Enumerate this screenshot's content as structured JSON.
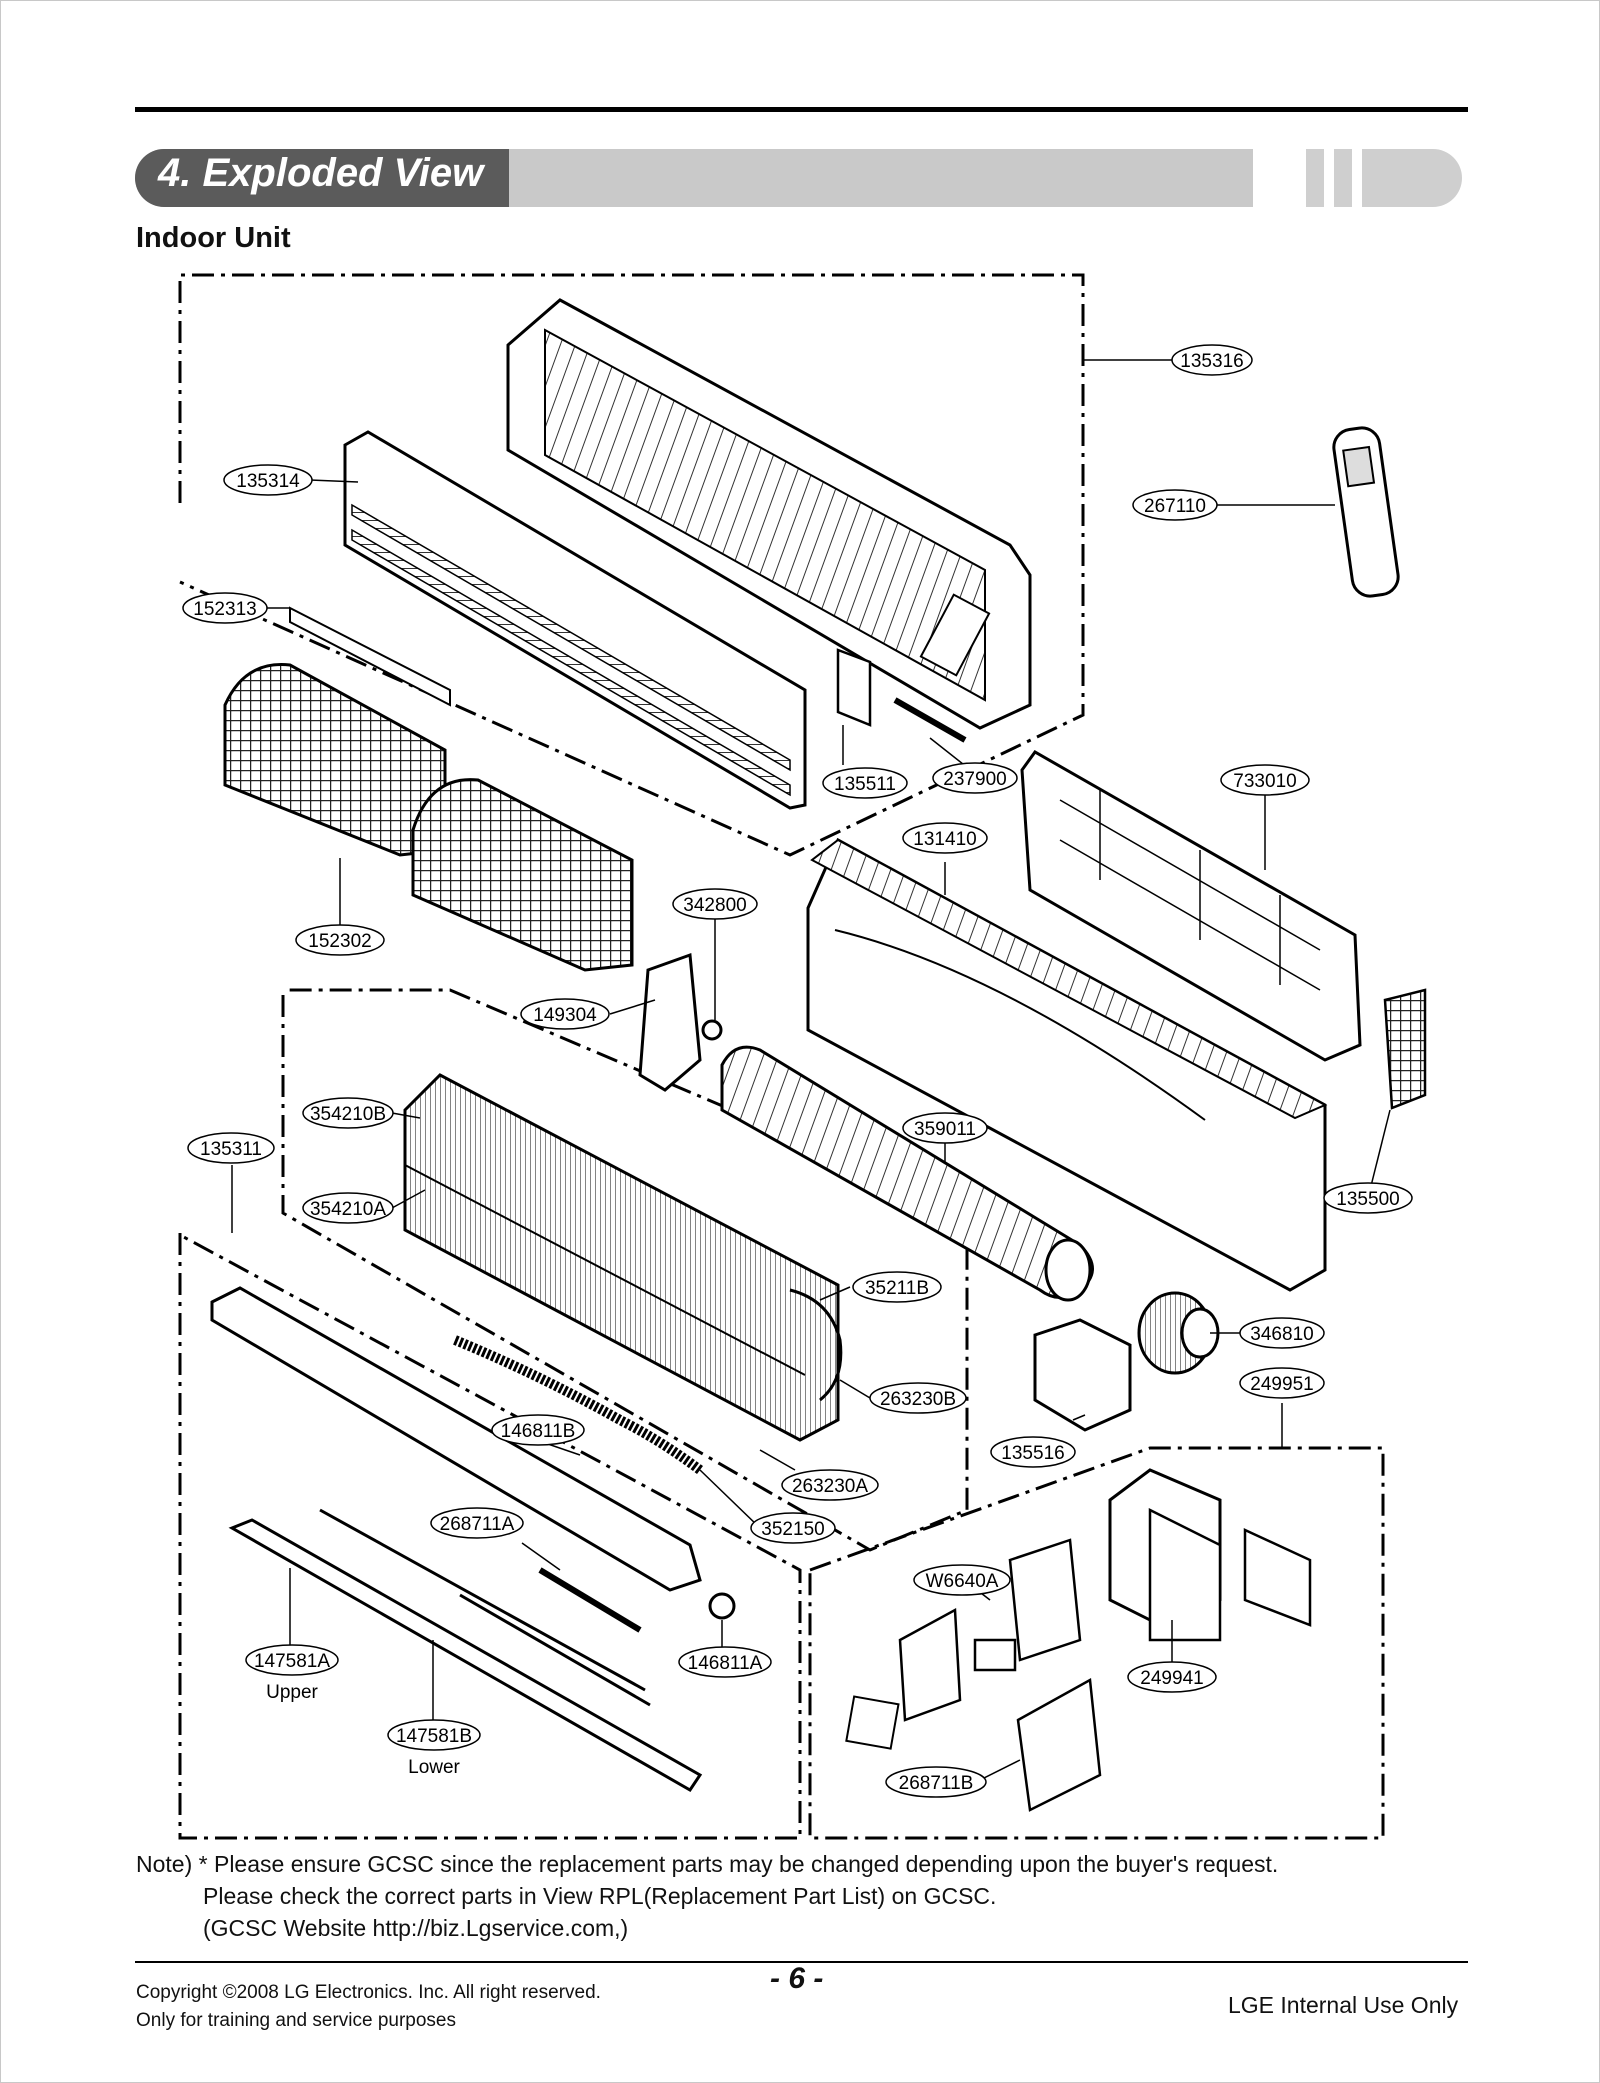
{
  "header": {
    "section_title": "4. Exploded View",
    "subtitle": "Indoor Unit"
  },
  "callouts": {
    "c135316": "135316",
    "c267110": "267110",
    "c135314": "135314",
    "c152313": "152313",
    "c135511": "135511",
    "c237900": "237900",
    "c733010": "733010",
    "c131410": "131410",
    "c342800": "342800",
    "c152302": "152302",
    "c149304": "149304",
    "c354210B": "354210B",
    "c135311": "135311",
    "c354210A": "354210A",
    "c359011": "359011",
    "c135500": "135500",
    "c35211B": "35211B",
    "c346810": "346810",
    "c249951": "249951",
    "c263230B": "263230B",
    "c146811B": "146811B",
    "c135516": "135516",
    "c263230A": "263230A",
    "c268711A": "268711A",
    "c352150": "352150",
    "cW6640A": "W6640A",
    "c147581A": "147581A",
    "c146811A": "146811A",
    "c249941": "249941",
    "c147581B": "147581B",
    "c268711B": "268711B",
    "upper": "Upper",
    "lower": "Lower"
  },
  "note": {
    "line1": "Note) * Please ensure GCSC since the replacement parts may be changed depending upon the buyer's request.",
    "line2": "Please check  the correct parts in View RPL(Replacement Part List) on GCSC.",
    "line3": "(GCSC Website  http://biz.Lgservice.com,)"
  },
  "footer": {
    "copyright": "Copyright ©2008 LG Electronics. Inc. All right reserved.",
    "training": "Only for training and service purposes",
    "page_number": "- 6 -",
    "internal": "LGE Internal Use Only"
  }
}
